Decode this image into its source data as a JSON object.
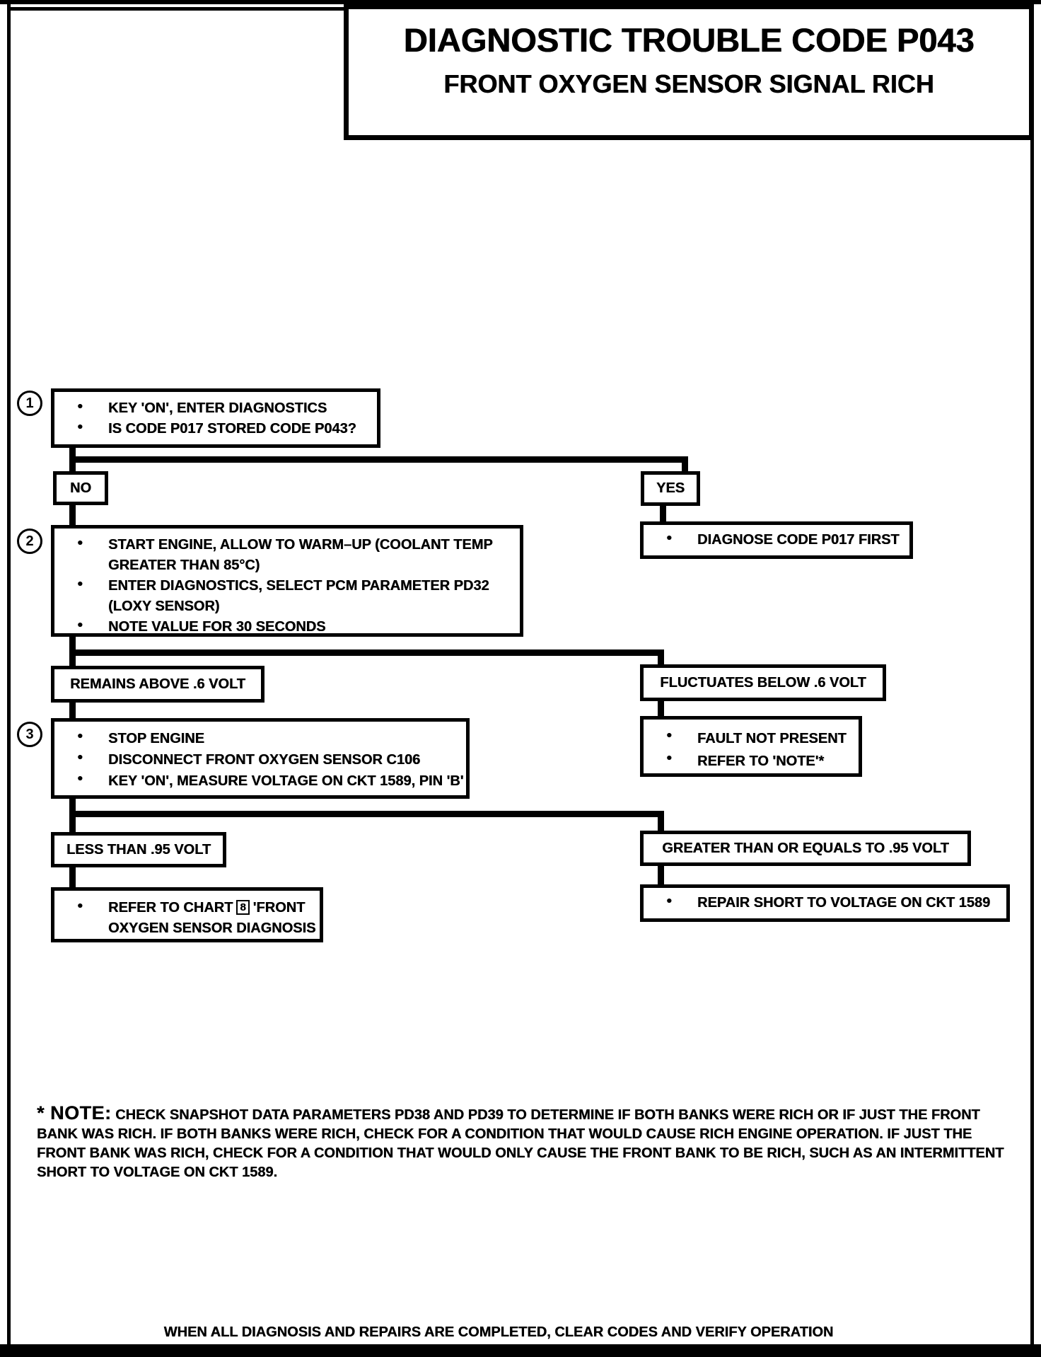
{
  "colors": {
    "ink": "#000000",
    "paper": "#ffffff"
  },
  "title": {
    "line1": "DIAGNOSTIC TROUBLE CODE P043",
    "line2": "FRONT OXYGEN SENSOR SIGNAL RICH"
  },
  "flowchart": {
    "step1": {
      "number": "1",
      "bullets": [
        [
          "KEY 'ON', ENTER DIAGNOSTICS"
        ],
        [
          "IS CODE P017 STORED CODE P043?"
        ]
      ]
    },
    "branch_code_stored": {
      "no": "NO",
      "yes": "YES"
    },
    "diagnose_first": {
      "bullet": "DIAGNOSE CODE P017 FIRST"
    },
    "step2": {
      "number": "2",
      "bullets": [
        [
          "START ENGINE, ALLOW TO WARM–UP (COOLANT TEMP",
          "GREATER THAN 85°C)"
        ],
        [
          "ENTER DIAGNOSTICS, SELECT PCM PARAMETER PD32",
          "(LOXY SENSOR)"
        ],
        [
          "NOTE VALUE FOR 30 SECONDS"
        ]
      ]
    },
    "branch_voltage": {
      "left": "REMAINS ABOVE .6 VOLT",
      "right": "FLUCTUATES BELOW .6 VOLT"
    },
    "fault_not_present": {
      "bullets": [
        "FAULT NOT PRESENT",
        "REFER TO 'NOTE'*"
      ]
    },
    "step3": {
      "number": "3",
      "bullets": [
        [
          "STOP ENGINE"
        ],
        [
          "DISCONNECT FRONT OXYGEN SENSOR C106"
        ],
        [
          "KEY 'ON', MEASURE VOLTAGE ON CKT 1589, PIN 'B'"
        ]
      ]
    },
    "branch_measure": {
      "left": "LESS THAN .95 VOLT",
      "right": "GREATER THAN OR EQUALS TO .95 VOLT"
    },
    "refer_chart": {
      "pre": "REFER TO CHART",
      "num": "8",
      "post": "'FRONT",
      "line2": "OXYGEN SENSOR DIAGNOSIS"
    },
    "repair_short": {
      "bullet": "REPAIR SHORT TO VOLTAGE ON CKT 1589"
    }
  },
  "note": {
    "label": "* NOTE:",
    "text": "CHECK SNAPSHOT DATA PARAMETERS PD38 AND PD39 TO DETERMINE IF BOTH BANKS WERE RICH OR IF JUST THE FRONT BANK WAS RICH. IF BOTH BANKS WERE RICH, CHECK FOR A CONDITION THAT WOULD CAUSE RICH ENGINE OPERATION. IF JUST THE FRONT BANK WAS RICH, CHECK FOR A CONDITION THAT WOULD ONLY CAUSE THE FRONT BANK TO BE RICH, SUCH AS AN INTERMITTENT SHORT TO VOLTAGE ON CKT 1589."
  },
  "footer": "WHEN ALL DIAGNOSIS AND REPAIRS ARE COMPLETED, CLEAR CODES AND VERIFY OPERATION"
}
